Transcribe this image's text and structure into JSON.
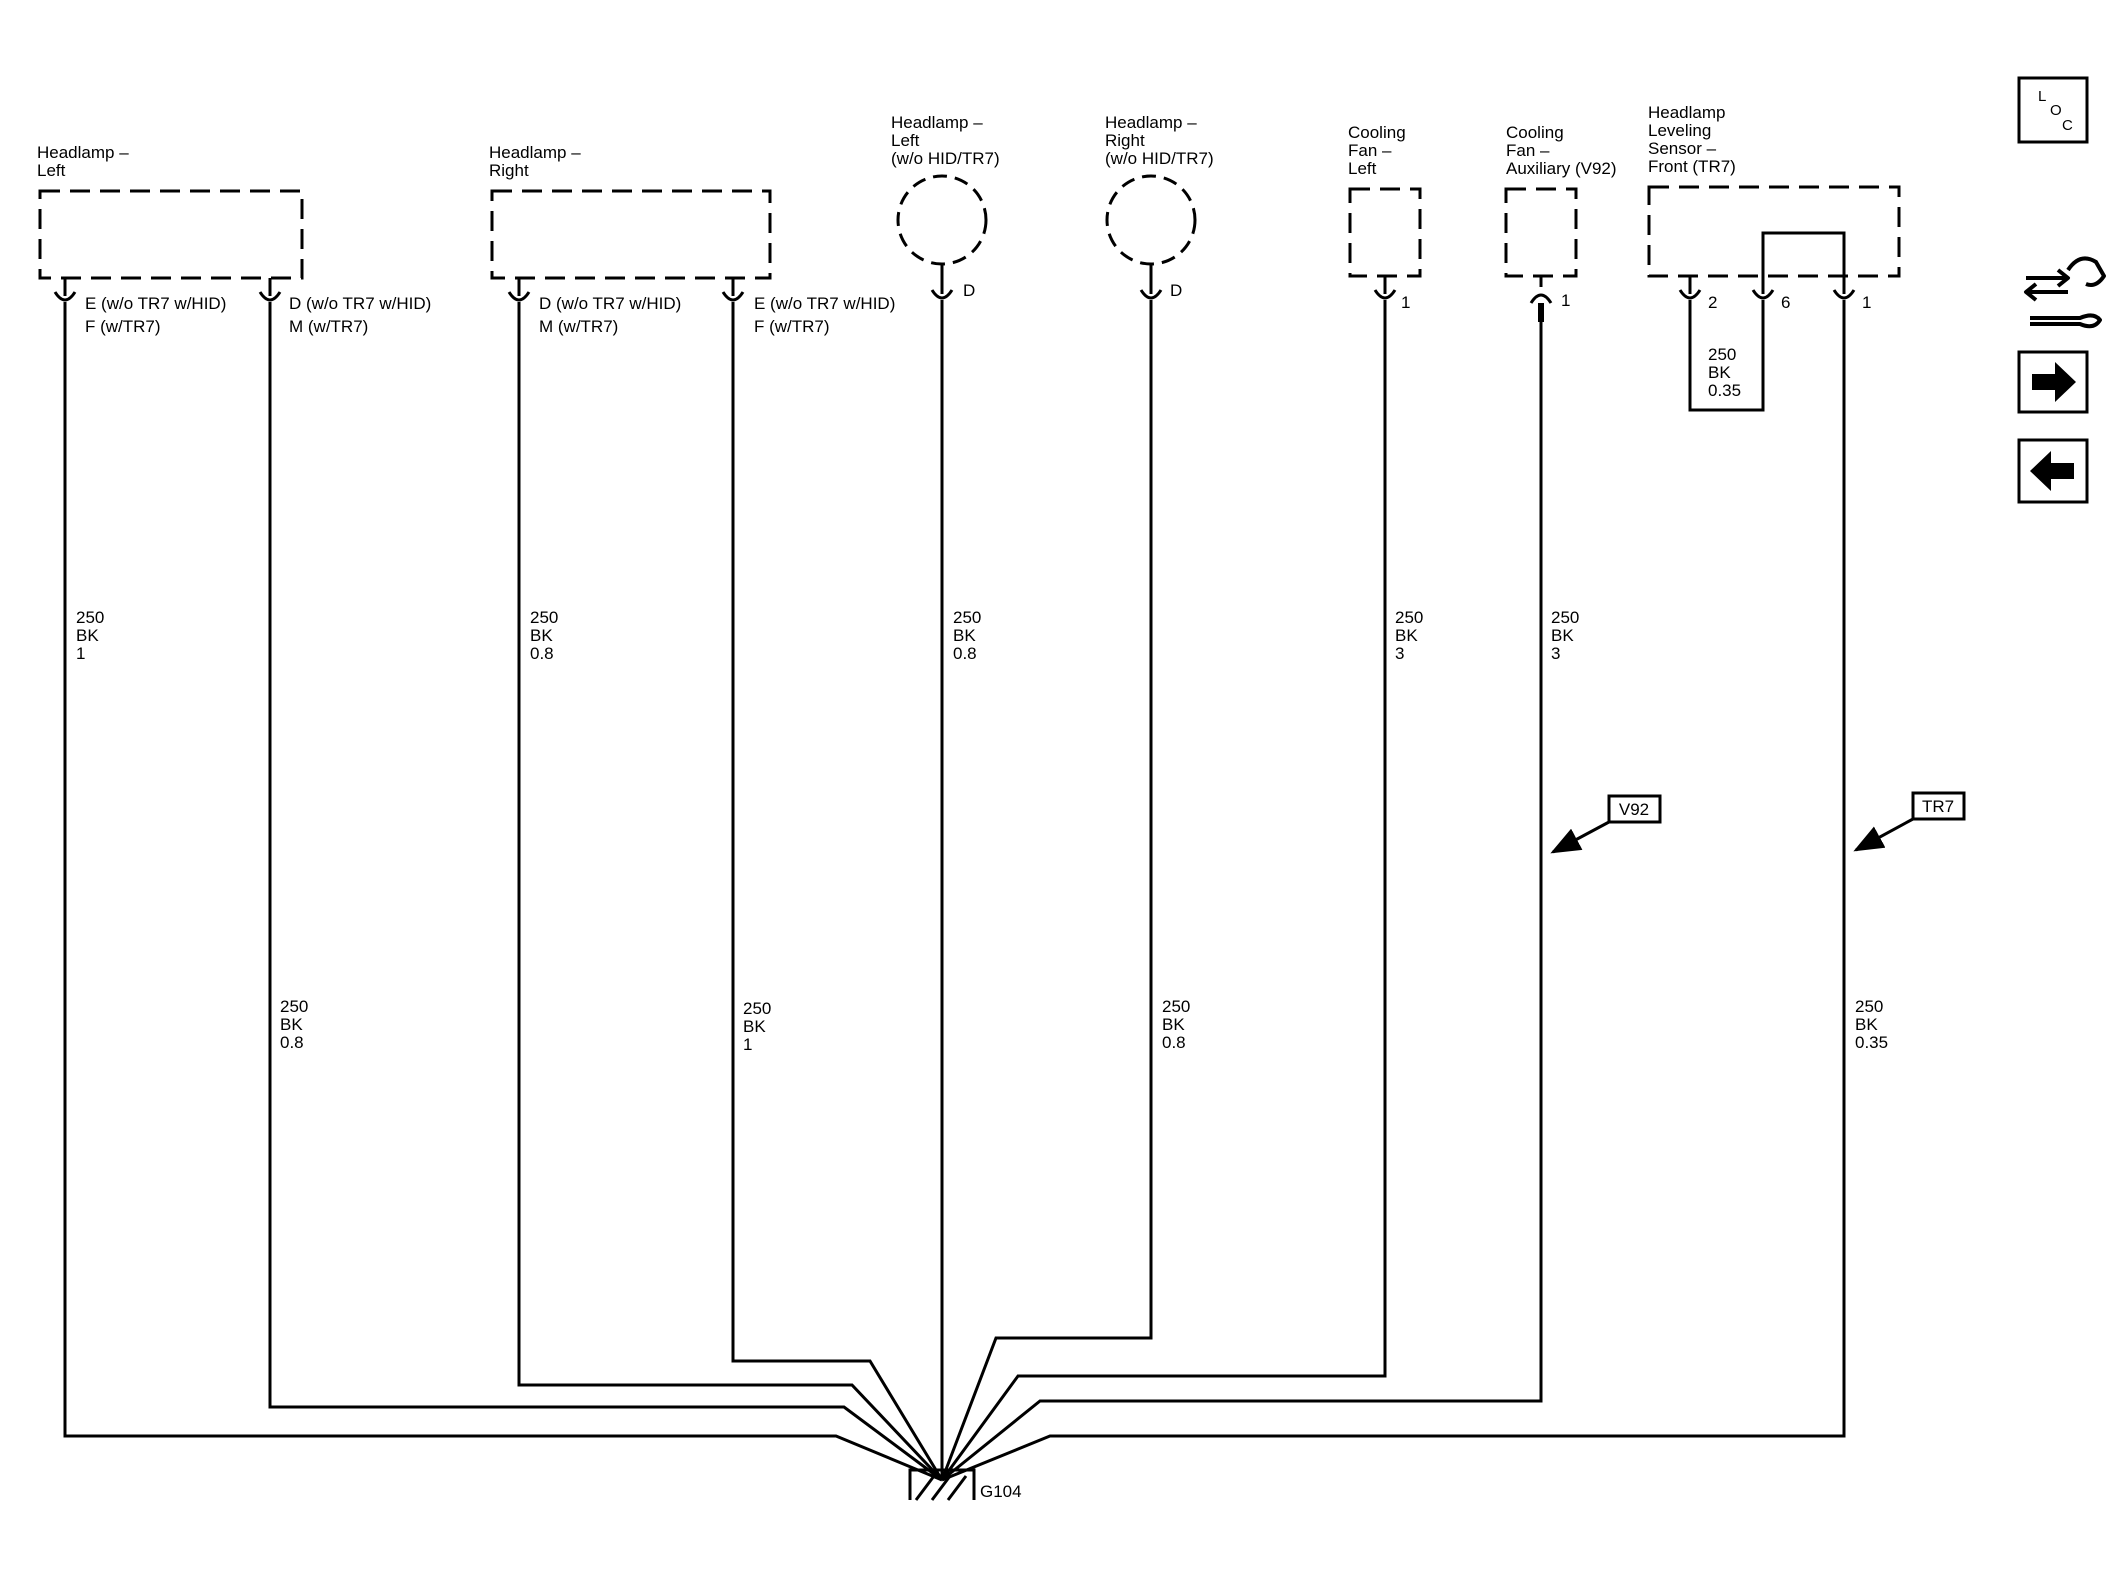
{
  "components": {
    "hl_left": {
      "lines": [
        "Headlamp –",
        "Left"
      ]
    },
    "hl_right": {
      "lines": [
        "Headlamp –",
        "Right"
      ]
    },
    "hl_left_nohid": {
      "lines": [
        "Headlamp –",
        "Left",
        "(w/o HID/TR7)"
      ]
    },
    "hl_right_nohid": {
      "lines": [
        "Headlamp –",
        "Right",
        "(w/o HID/TR7)"
      ]
    },
    "fan_left": {
      "lines": [
        "Cooling",
        "Fan –",
        "Left"
      ]
    },
    "fan_aux": {
      "lines": [
        "Cooling",
        "Fan –",
        "Auxiliary (V92)"
      ]
    },
    "level_sensor": {
      "lines": [
        "Headlamp",
        "Leveling",
        "Sensor –",
        "Front (TR7)"
      ]
    }
  },
  "pins": {
    "hl_left_1": {
      "l1": "E (w/o TR7 w/HID)",
      "l2": "F (w/TR7)"
    },
    "hl_left_2": {
      "l1": "D (w/o TR7 w/HID)",
      "l2": "M (w/TR7)"
    },
    "hl_right_1": {
      "l1": "D (w/o TR7 w/HID)",
      "l2": "M (w/TR7)"
    },
    "hl_right_2": {
      "l1": "E (w/o TR7 w/HID)",
      "l2": "F (w/TR7)"
    },
    "hl_left_nohid": "D",
    "hl_right_nohid": "D",
    "fan_left": "1",
    "fan_aux": "1",
    "sensor_2": "2",
    "sensor_6": "6",
    "sensor_1": "1"
  },
  "wires": {
    "w1": [
      "250",
      "BK",
      "1"
    ],
    "w2": [
      "250",
      "BK",
      "0.8"
    ],
    "w3": [
      "250",
      "BK",
      "0.8"
    ],
    "w4": [
      "250",
      "BK",
      "1"
    ],
    "w5": [
      "250",
      "BK",
      "0.8"
    ],
    "w6": [
      "250",
      "BK",
      "0.8"
    ],
    "w7": [
      "250",
      "BK",
      "3"
    ],
    "w8": [
      "250",
      "BK",
      "3"
    ],
    "w9": [
      "250",
      "BK",
      "0.35"
    ],
    "w10": [
      "250",
      "BK",
      "0.35"
    ]
  },
  "option_tags": {
    "v92": "V92",
    "tr7": "TR7"
  },
  "ground": {
    "label": "G104"
  },
  "nav": {
    "loc": {
      "l": "L",
      "o": "O",
      "c": "C"
    },
    "icons": [
      "connector-wrench-icon",
      "arrow-right-icon",
      "arrow-left-icon"
    ]
  }
}
